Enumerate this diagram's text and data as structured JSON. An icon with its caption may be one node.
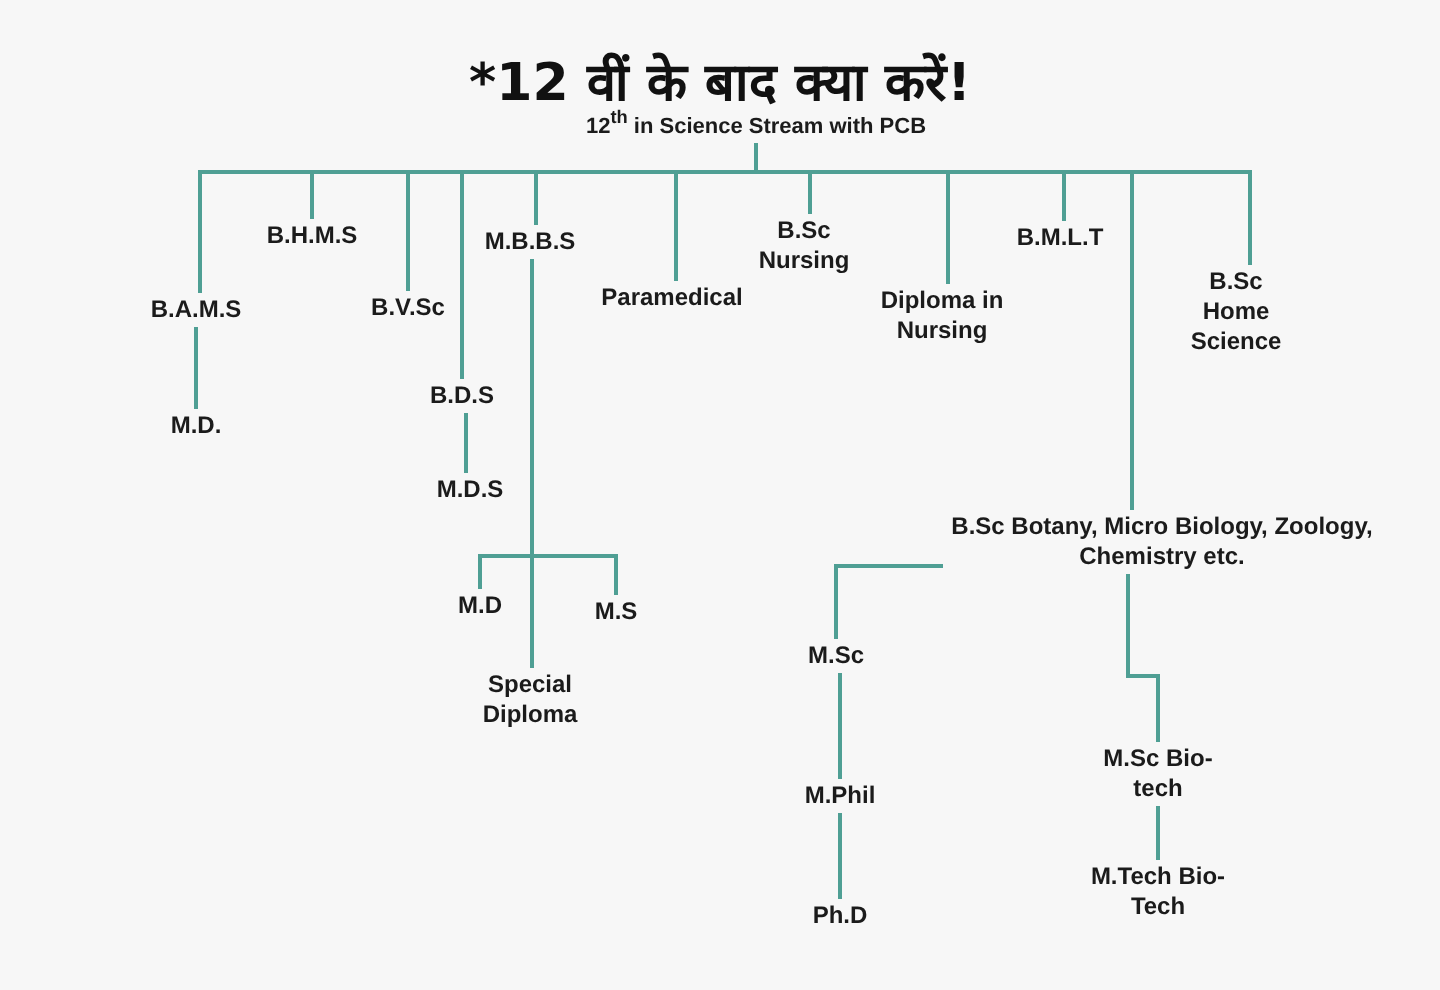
{
  "diagram": {
    "title": "*12 वीं के बाद क्या करें!",
    "nodes": [
      {
        "text": [
          "12$^{th}$ in Science Stream with PCB"
        ]
      },
      {
        "text": [
          "B.A.M.S"
        ]
      },
      {
        "text": [
          "M.D."
        ]
      },
      {
        "text": [
          "B.H.M.S"
        ]
      },
      {
        "text": [
          "B.V.Sc"
        ]
      },
      {
        "text": [
          "M.B.B.S"
        ]
      },
      {
        "text": [
          "B.D.S"
        ]
      },
      {
        "text": [
          "M.D.S"
        ]
      },
      {
        "text": [
          "M.D"
        ]
      },
      {
        "text": [
          "M.S"
        ]
      },
      {
        "text": [
          "Special Diploma"
        ]
      },
      {
        "text": [
          "Paramedical"
        ]
      },
      {
        "text": [
          "B.Sc Nursing"
        ]
      },
      {
        "text": [
          "Diploma in Nursing"
        ]
      },
      {
        "text": [
          "B.M.L.T"
        ]
      },
      {
        "text": [
          "B.Sc Home Science"
        ]
      },
      {
        "text": [
          "B.Sc Botany, Micro Biology, Zoology, Chemistry etc."
        ]
      },
      {
        "text": [
          "M.Sc"
        ]
      },
      {
        "text": [
          "M.Phil"
        ]
      },
      {
        "text": [
          "Ph.D"
        ]
      },
      {
        "text": [
          "M.Sc Bio-tech"
        ]
      },
      {
        "text": [
          "M.Tech Bio-Tech"
        ]
      }
    ],
    "edges": [
      {
        "from": 0,
        "to": 1,
        "arrow": "none"
      },
      {
        "from": 0,
        "to": 3,
        "arrow": "none"
      },
      {
        "from": 0,
        "to": 4,
        "arrow": "none"
      },
      {
        "from": 0,
        "to": 6,
        "arrow": "none"
      },
      {
        "from": 0,
        "to": 5,
        "arrow": "none"
      },
      {
        "from": 0,
        "to": 11,
        "arrow": "none"
      },
      {
        "from": 0,
        "to": 12,
        "arrow": "none"
      },
      {
        "from": 0,
        "to": 13,
        "arrow": "none"
      },
      {
        "from": 0,
        "to": 14,
        "arrow": "none"
      },
      {
        "from": 0,
        "to": 16,
        "arrow": "none"
      },
      {
        "from": 0,
        "to": 15,
        "arrow": "none"
      },
      {
        "from": 1,
        "to": 2,
        "arrow": "none"
      },
      {
        "from": 6,
        "to": 7,
        "arrow": "none"
      },
      {
        "from": 5,
        "to": 8,
        "arrow": "none"
      },
      {
        "from": 5,
        "to": 9,
        "arrow": "none"
      },
      {
        "from": 5,
        "to": 10,
        "arrow": "none"
      },
      {
        "from": 16,
        "to": 17,
        "arrow": "none"
      },
      {
        "from": 16,
        "to": 20,
        "arrow": "none"
      },
      {
        "from": 17,
        "to": 18,
        "arrow": "none"
      },
      {
        "from": 18,
        "to": 19,
        "arrow": "none"
      },
      {
        "from": 20,
        "to": 21,
        "arrow": "none"
      }
    ]
  }
}
